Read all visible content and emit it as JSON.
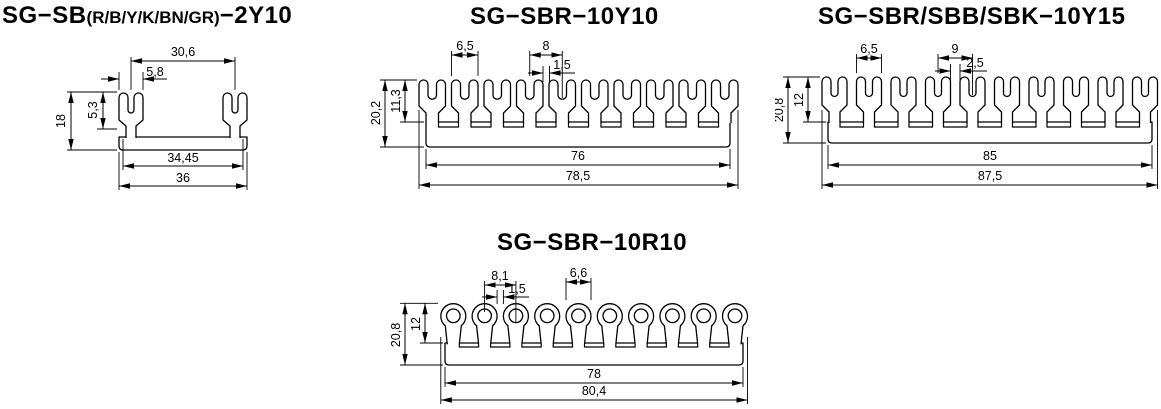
{
  "page": {
    "background": "#ffffff",
    "line_color": "#000000"
  },
  "figures": [
    {
      "title_prefix": "SG−SB",
      "title_paren": "(R/B/Y/K/BN/GR)",
      "title_suffix": "−2Y10",
      "terminal_type": "fork",
      "terminal_count": 2,
      "dims": {
        "pitch": "30,6",
        "fork_width": "5,8",
        "overall_height": "18",
        "slot_depth": "5,3",
        "bar_top_width": "34,45",
        "bar_width": "36"
      }
    },
    {
      "title": "SG−SBR−10Y10",
      "terminal_type": "fork",
      "terminal_count": 10,
      "dims": {
        "fork_width": "6,5",
        "pitch": "8",
        "gap": "1,5",
        "overall_height": "20,2",
        "terminal_height": "11,3",
        "bar_width": "76",
        "overall_width": "78,5"
      }
    },
    {
      "title": "SG−SBR/SBB/SBK−10Y15",
      "terminal_type": "fork",
      "terminal_count": 10,
      "dims": {
        "fork_width": "6,5",
        "pitch": "9",
        "gap": "2,5",
        "overall_height": "20,8",
        "terminal_height": "12",
        "bar_width": "85",
        "overall_width": "87,5"
      }
    },
    {
      "title": "SG−SBR−10R10",
      "terminal_type": "ring",
      "terminal_count": 10,
      "dims": {
        "pitch": "8,1",
        "gap": "1,5",
        "ring_width": "6,6",
        "overall_height": "20,8",
        "terminal_height": "12",
        "bar_width": "78",
        "overall_width": "80,4"
      }
    }
  ]
}
